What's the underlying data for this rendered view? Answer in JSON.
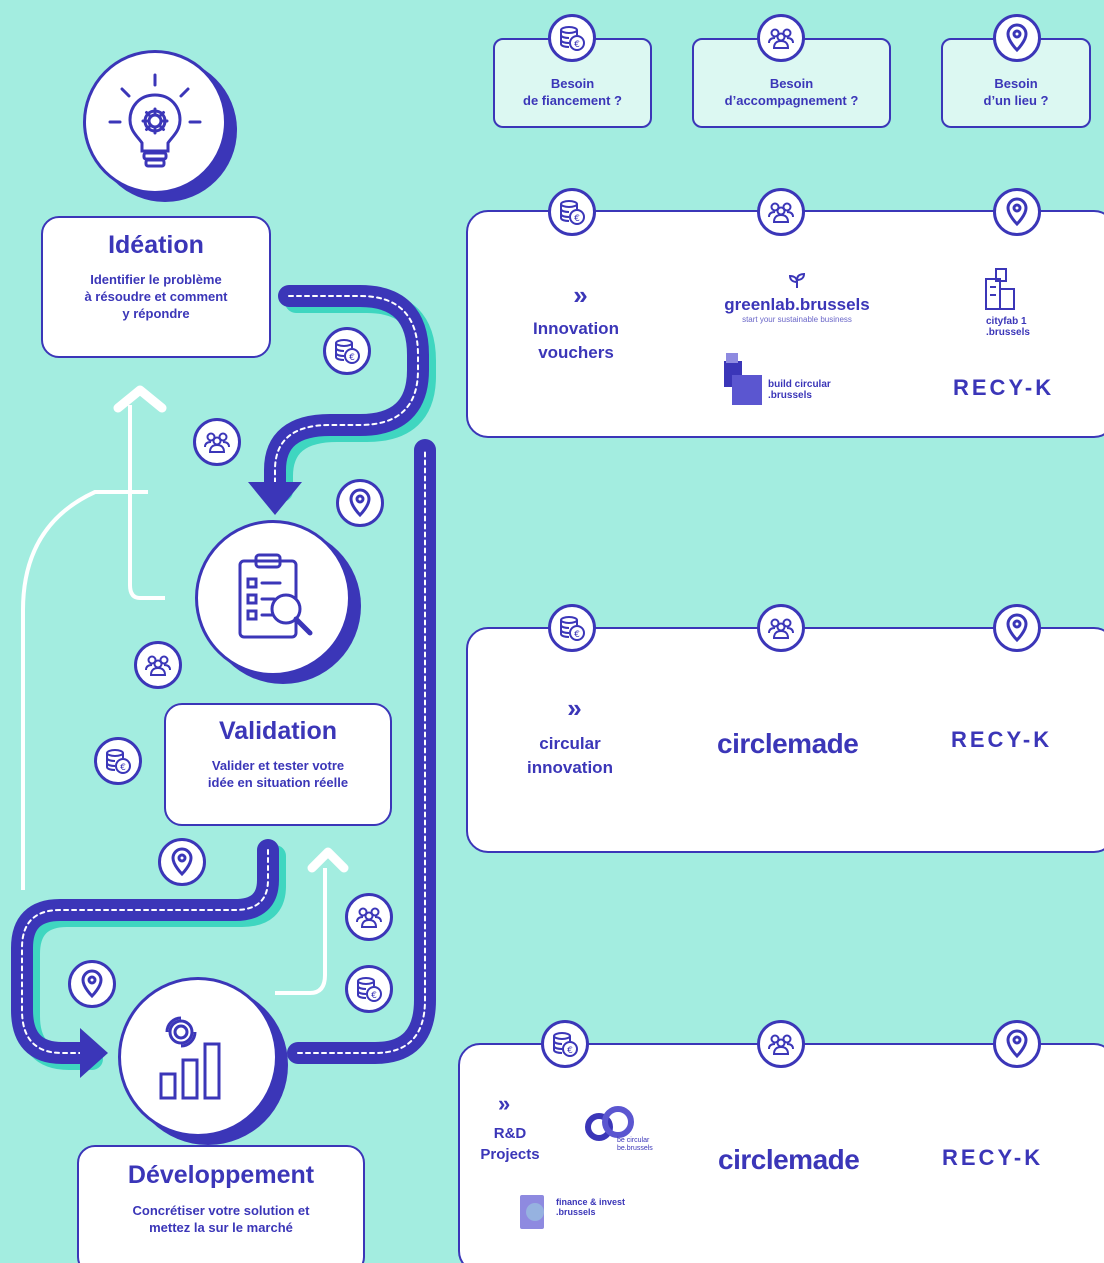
{
  "needs": [
    {
      "label": "Besoin\nde fiancement ?",
      "icon": "money-icon"
    },
    {
      "label": "Besoin\nd’accompagnement ?",
      "icon": "people-icon"
    },
    {
      "label": "Besoin\nd’un lieu ?",
      "icon": "location-pin-icon"
    }
  ],
  "stages": {
    "ideation": {
      "title": "Idéation",
      "desc": "Identifier le problème\nà résoudre  et comment\ny répondre"
    },
    "validation": {
      "title": "Validation",
      "desc": "Valider et tester votre\nidée en situation réelle"
    },
    "development": {
      "title": "Développement",
      "desc": "Concrétiser votre solution et\nmettez la sur le marché"
    }
  },
  "panel1": {
    "program": "Innovation\nvouchers",
    "greenlab": "greenlab.brussels",
    "greenlab_tagline": "start your sustainable business",
    "cityfab": "cityfab 1\n.brussels",
    "build_circular": "build circular\n.brussels",
    "recyk": "RECY-K"
  },
  "panel2": {
    "program": "circular\ninnovation",
    "circlemade": "circlemade",
    "recyk": "RECY-K"
  },
  "panel3": {
    "program": "R&D\nProjects",
    "be_circular": "be circular\nbe.brussels",
    "finance": "finance & invest\n.brussels",
    "circlemade": "circlemade",
    "recyk": "RECY-K"
  },
  "colors": {
    "background": "#a3ede0",
    "accent": "#3b36b8",
    "card": "#ffffff",
    "need_fill": "#dcf8f2"
  }
}
